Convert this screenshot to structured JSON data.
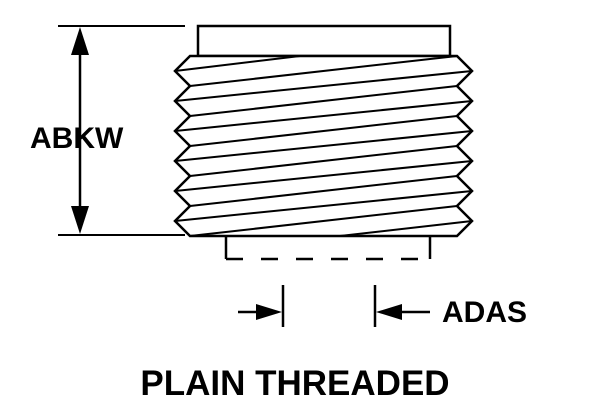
{
  "labels": {
    "height_dimension": "ABKW",
    "width_dimension": "ADAS",
    "caption": "PLAIN THREADED"
  },
  "colors": {
    "ink": "#000000",
    "paper": "#ffffff"
  }
}
